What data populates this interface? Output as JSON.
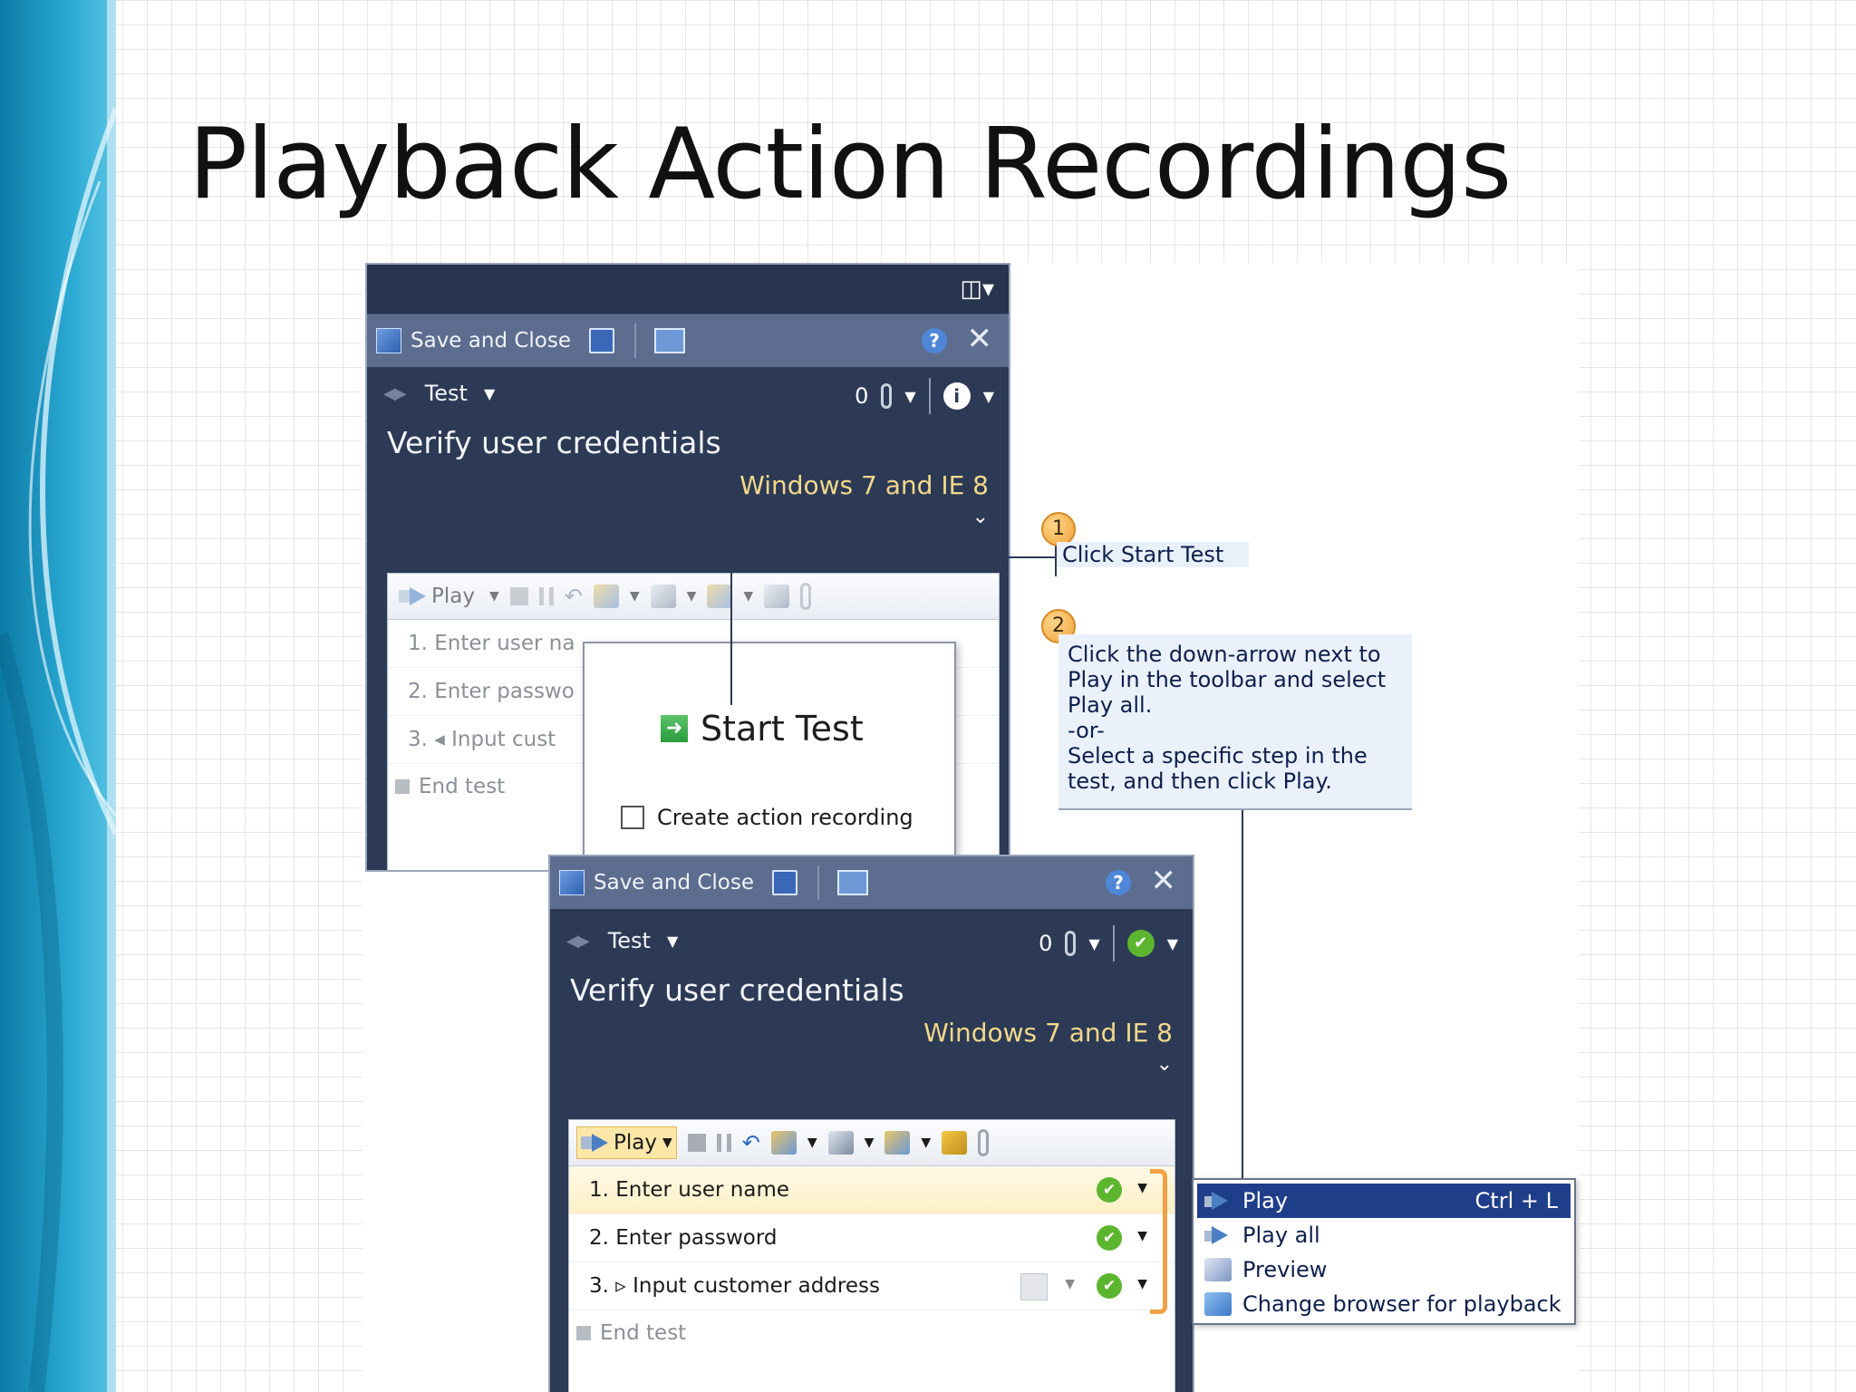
{
  "slide": {
    "title": "Playback Action Recordings"
  },
  "window_before": {
    "cmdbar": {
      "save_close": "Save and Close"
    },
    "testbar": {
      "label": "Test",
      "attachment_count": "0"
    },
    "test_name": "Verify user credentials",
    "environment": "Windows 7 and IE 8",
    "toolbar": {
      "play_label": "Play"
    },
    "steps": [
      {
        "label": "1. Enter user na"
      },
      {
        "label": "2. Enter passwo"
      },
      {
        "label": "3. ◂ Input cust"
      }
    ],
    "end_label": "End test"
  },
  "start_popup": {
    "button_label": "Start Test",
    "checkbox_label": "Create action recording",
    "checkbox_checked": false
  },
  "callouts": [
    {
      "number": "1",
      "text": "Click Start Test"
    },
    {
      "number": "2",
      "text": "Click the down-arrow next to\nPlay in the toolbar and select\nPlay all.\n-or-\nSelect a specific step in the\ntest, and then click Play."
    }
  ],
  "window_after": {
    "cmdbar": {
      "save_close": "Save and Close"
    },
    "testbar": {
      "label": "Test",
      "attachment_count": "0"
    },
    "test_name": "Verify user credentials",
    "environment": "Windows 7 and IE 8",
    "toolbar": {
      "play_label": "Play"
    },
    "steps": [
      {
        "label": "1. Enter user name",
        "status": "passed"
      },
      {
        "label": "2. Enter password",
        "status": "passed"
      },
      {
        "label": "3. ▹ Input customer address",
        "status": "passed"
      }
    ],
    "end_label": "End test"
  },
  "play_menu": {
    "items": [
      {
        "label": "Play",
        "shortcut": "Ctrl + L",
        "icon": "play-icon",
        "highlighted": true
      },
      {
        "label": "Play all",
        "icon": "play-all-icon"
      },
      {
        "label": "Preview",
        "icon": "preview-icon"
      },
      {
        "label": "Change browser for playback",
        "icon": "browser-icon"
      }
    ]
  },
  "colors": {
    "window_bg": "#2c3a55",
    "command_bar": "#5d6d8f",
    "environment_text": "#f2d88a",
    "callout_badge": "#f1a33a",
    "menu_highlight": "#1f3e8a",
    "pass_green": "#5cb52e"
  }
}
